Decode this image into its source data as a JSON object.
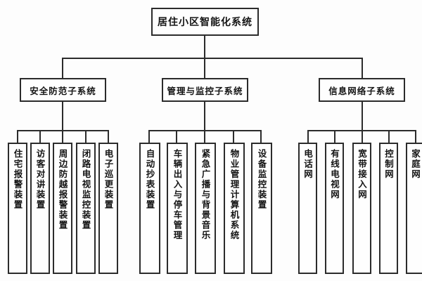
{
  "diagram": {
    "title": "居住小区智能化系统",
    "root": {
      "label": "居住小区智能化系统"
    },
    "branches": [
      {
        "label": "安全防范子系统",
        "leaves": [
          {
            "label": "住宅报警装置"
          },
          {
            "label": "访客对讲装置"
          },
          {
            "label": "周边防越报警装置"
          },
          {
            "label": "闭路电视监控装置"
          },
          {
            "label": "电子巡更装置"
          }
        ]
      },
      {
        "label": "管理与监控子系统",
        "leaves": [
          {
            "label": "自动抄表装置"
          },
          {
            "label": "车辆出入与停车管理"
          },
          {
            "label": "紧急广播与背景音乐"
          },
          {
            "label": "物业管理计算机系统"
          },
          {
            "label": "设备监控装置"
          }
        ]
      },
      {
        "label": "信息网络子系统",
        "leaves": [
          {
            "label": "电话网"
          },
          {
            "label": "有线电视网"
          },
          {
            "label": "宽带接入网"
          },
          {
            "label": "控制网"
          },
          {
            "label": "家庭网"
          }
        ]
      }
    ],
    "colors": {
      "line": "#2b2b2b",
      "box_border": "#2b2b2b",
      "box_fill": "#fefefe",
      "text": "#141414",
      "background": "#fdfdfd"
    }
  }
}
